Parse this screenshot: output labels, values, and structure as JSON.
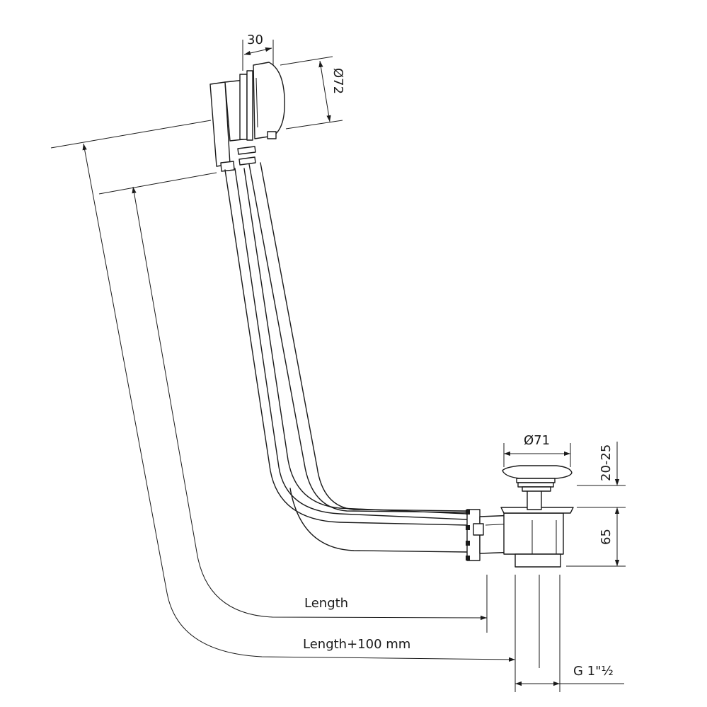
{
  "dimensions": {
    "overflow_depth": "30",
    "overflow_diameter": "Ø72",
    "drain_diameter": "Ø71",
    "plug_lift": "20-25",
    "drain_height": "65",
    "length": "Length",
    "length_plus": "Length+100 mm",
    "thread": "G 1\"½"
  },
  "colors": {
    "line": "#1a1a1a",
    "background": "#ffffff"
  }
}
